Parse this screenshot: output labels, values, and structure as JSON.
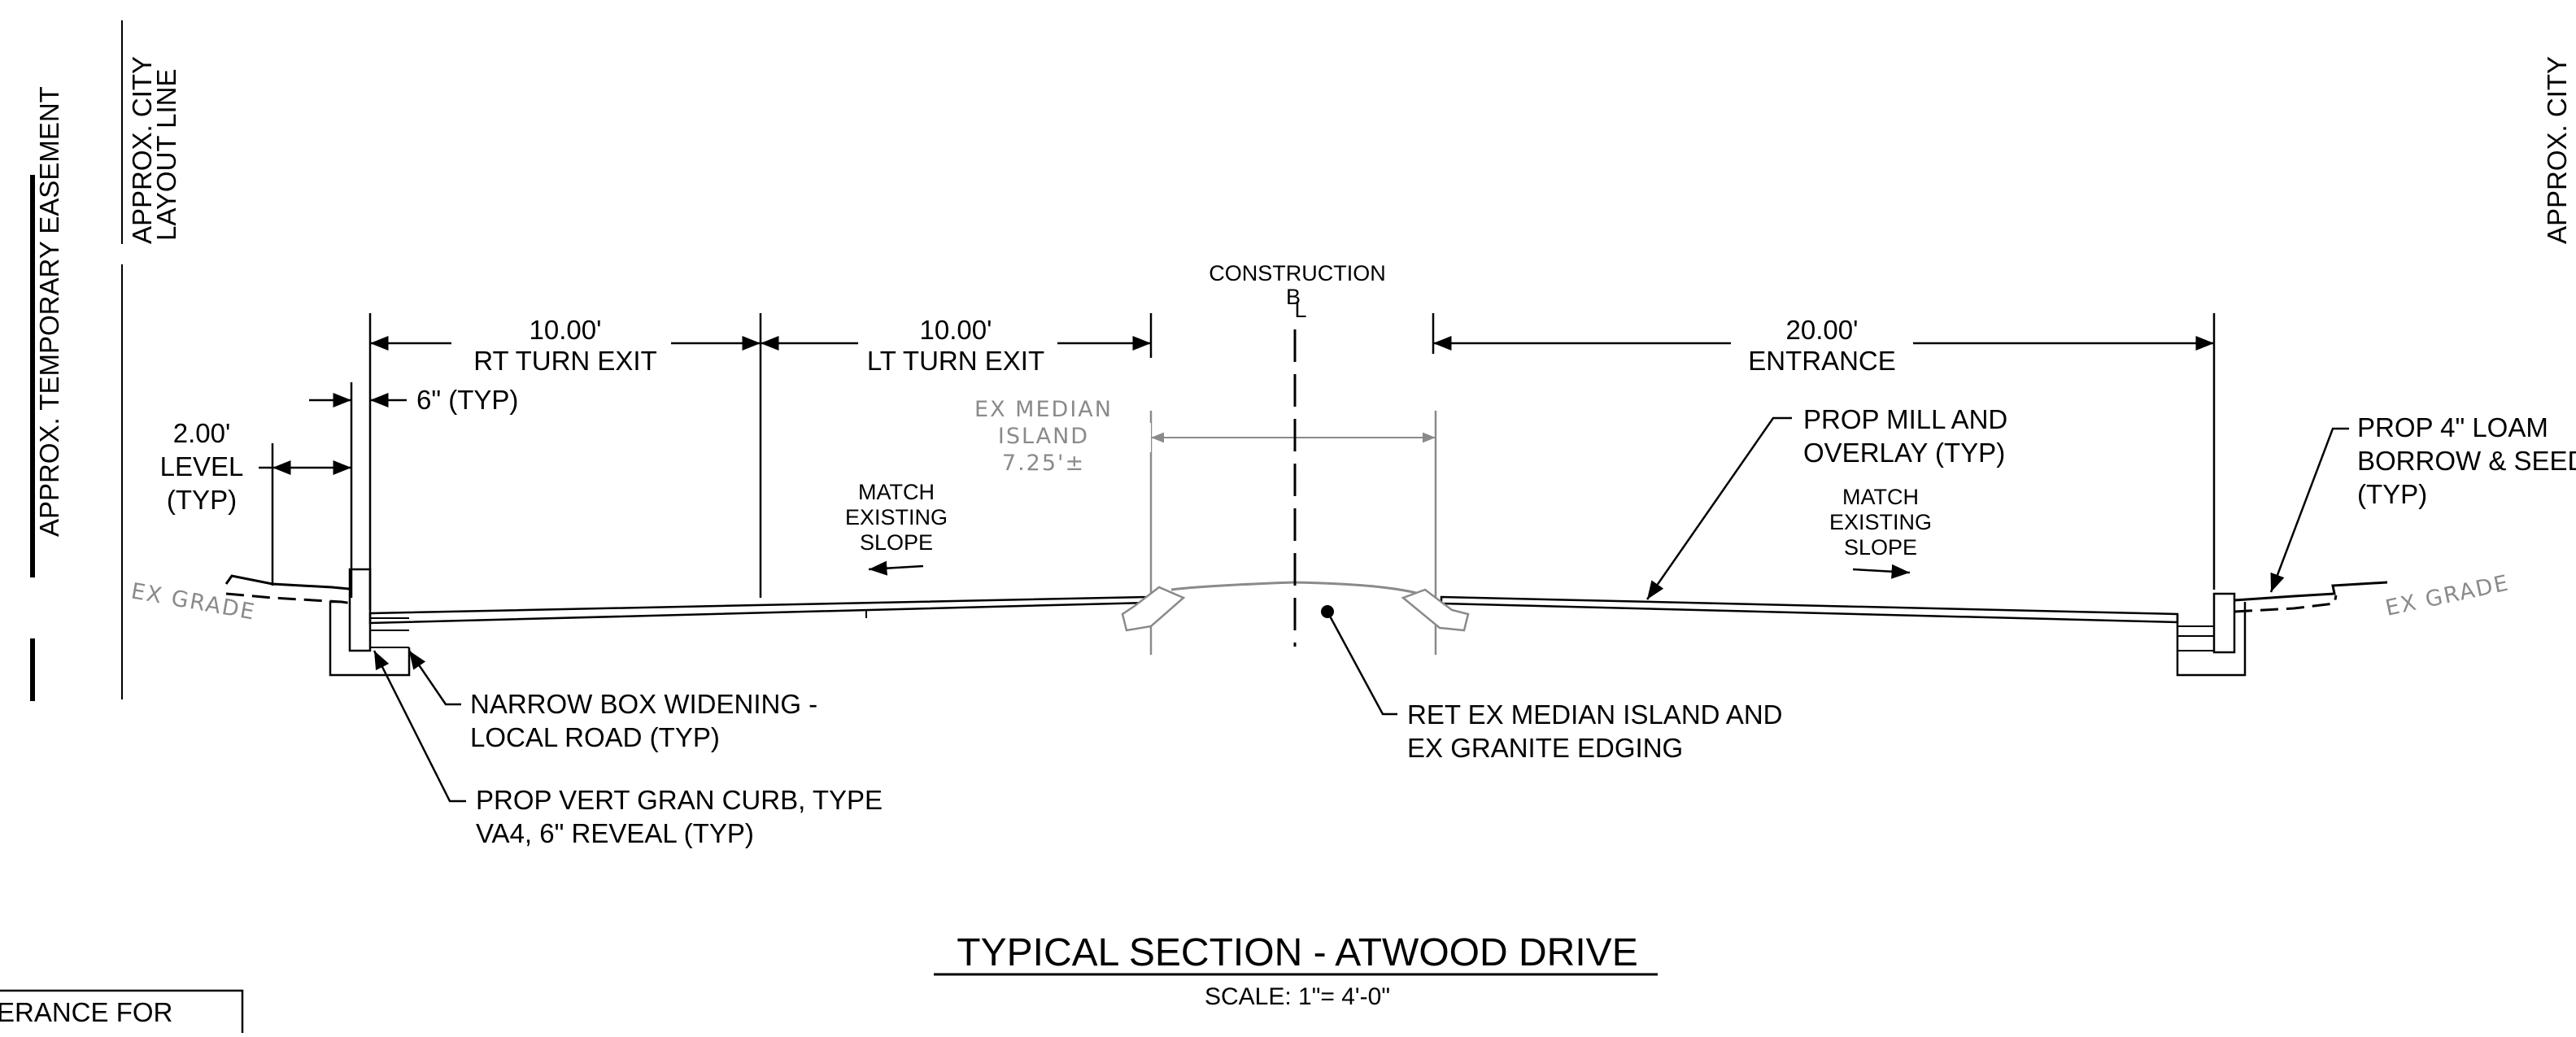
{
  "drawing": {
    "title": "TYPICAL SECTION - ATWOOD DRIVE",
    "scale": "SCALE: 1\"= 4'-0\"",
    "partial_note": "ERANCE FOR",
    "left_edge_labels": {
      "layout_line_1": "APPROX. CITY",
      "layout_line_2": "LAYOUT LINE",
      "easement": "APPROX. TEMPORARY EASEMENT"
    },
    "right_edge_label": "APPROX. CITY",
    "construction": {
      "line1": "CONSTRUCTION",
      "b": "B",
      "l": "L"
    },
    "dimensions": {
      "rt_value": "10.00'",
      "rt_label": "RT TURN EXIT",
      "lt_value": "10.00'",
      "lt_label": "LT TURN EXIT",
      "ent_value": "20.00'",
      "ent_label": "ENTRANCE",
      "curb_width": "6\" (TYP)",
      "level_value": "2.00'",
      "level_label": "LEVEL",
      "level_typ": "(TYP)"
    },
    "median": {
      "line1": "EX MEDIAN",
      "line2": "ISLAND",
      "line3": "7.25'±"
    },
    "match_left": [
      "MATCH",
      "EXISTING",
      "SLOPE"
    ],
    "match_right": [
      "MATCH",
      "EXISTING",
      "SLOPE"
    ],
    "ex_grade_left": "EX GRADE",
    "ex_grade_right": "EX GRADE",
    "callouts": {
      "mill_1": "PROP MILL AND",
      "mill_2": "OVERLAY (TYP)",
      "loam_1": "PROP 4\" LOAM",
      "loam_2": "BORROW & SEED",
      "loam_3": "(TYP)",
      "narrow_1": "NARROW BOX WIDENING -",
      "narrow_2": "LOCAL ROAD (TYP)",
      "curb_1": "PROP VERT GRAN CURB, TYPE",
      "curb_2": "VA4, 6\" REVEAL (TYP)",
      "ret_1": "RET EX MEDIAN ISLAND AND",
      "ret_2": "EX GRANITE EDGING"
    }
  }
}
